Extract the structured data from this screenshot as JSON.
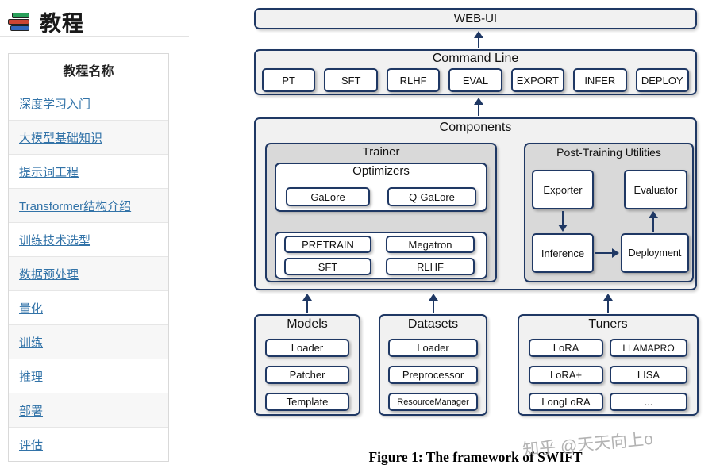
{
  "sidebar": {
    "logo_title": "教程",
    "logo_icon": "books-icon",
    "header": "教程名称",
    "items": [
      "深度学习入门",
      "大模型基础知识",
      "提示词工程",
      "Transformer结构介绍",
      "训练技术选型",
      "数据预处理",
      "量化",
      "训练",
      "推理",
      "部署",
      "评估"
    ]
  },
  "diagram": {
    "web_ui": "WEB-UI",
    "command_line": {
      "title": "Command Line",
      "buttons": [
        "PT",
        "SFT",
        "RLHF",
        "EVAL",
        "EXPORT",
        "INFER",
        "DEPLOY"
      ]
    },
    "components": {
      "title": "Components",
      "trainer": {
        "title": "Trainer",
        "optimizers_title": "Optimizers",
        "optimizers": [
          "GaLore",
          "Q-GaLore"
        ],
        "methods": [
          "PRETRAIN",
          "Megatron",
          "SFT",
          "RLHF"
        ]
      },
      "post_training": {
        "title": "Post-Training Utilities",
        "exporter": "Exporter",
        "evaluator": "Evaluator",
        "inference": "Inference",
        "deployment": "Deployment"
      }
    },
    "models": {
      "title": "Models",
      "items": [
        "Loader",
        "Patcher",
        "Template"
      ]
    },
    "datasets": {
      "title": "Datasets",
      "items": [
        "Loader",
        "Preprocessor",
        "ResourceManager"
      ]
    },
    "tuners": {
      "title": "Tuners",
      "left": [
        "LoRA",
        "LoRA+",
        "LongLoRA"
      ],
      "right": [
        "LLAMAPRO",
        "LISA",
        "..."
      ]
    },
    "caption": "Figure 1: The framework of SWIFT",
    "watermark": "知乎 @天天向上o"
  },
  "colors": {
    "accent_navy": "#1f3864",
    "link_blue": "#3273a8",
    "panel_gray": "#f1f1f1",
    "inner_gray": "#d9d9d9"
  }
}
